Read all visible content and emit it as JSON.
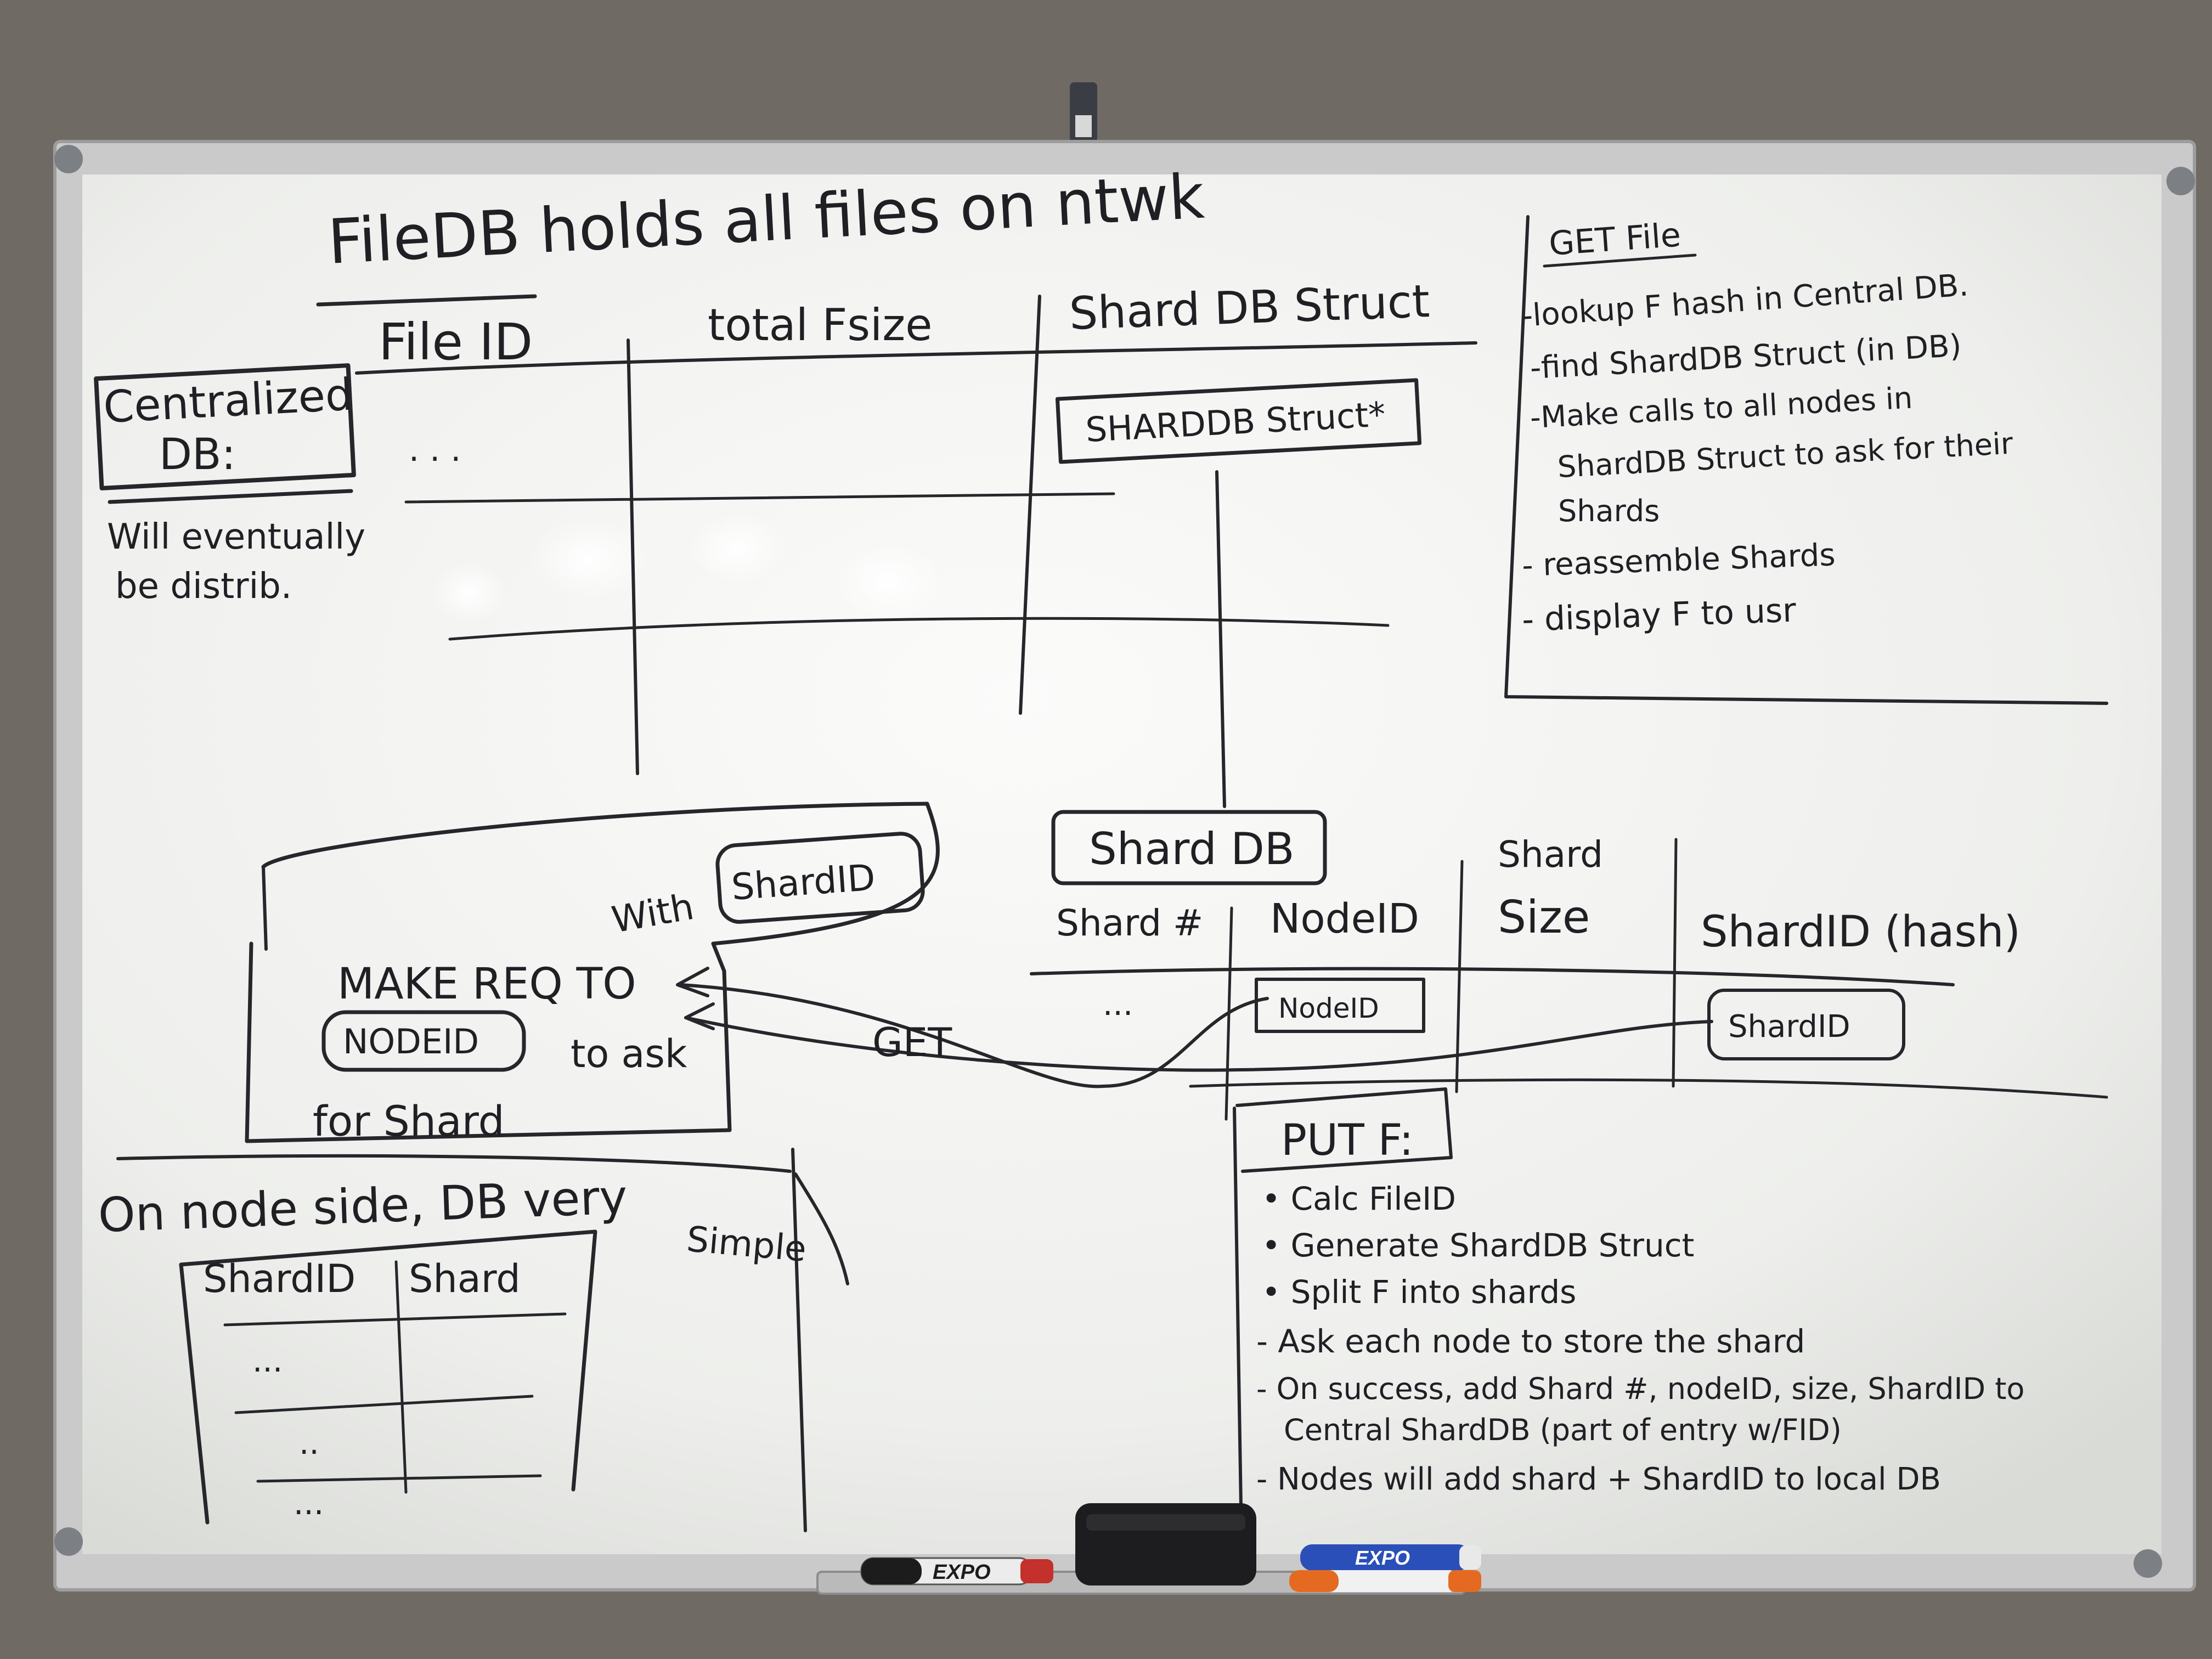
{
  "title": {
    "text": "FileDB holds all files on ntwk"
  },
  "centralized_box": {
    "line1": "Centralized",
    "line2": "DB:"
  },
  "eventually_note": {
    "line1": "Will eventually",
    "line2": "be distrib."
  },
  "file_table": {
    "headers": [
      "File ID",
      "total Fsize",
      "Shard DB Struct"
    ],
    "row_placeholder": ". . .",
    "struct_cell": "SHARDDB Struct*"
  },
  "shard_db": {
    "title": "Shard DB",
    "headers": [
      "Shard #",
      "NodeID",
      "Shard",
      "Size",
      "ShardID (hash)"
    ],
    "row_placeholder": "...",
    "node_cell": "NodeID",
    "shard_cell": "ShardID"
  },
  "request_box": {
    "line1": "MAKE REQ TO",
    "with": "With",
    "shardid_tag": "ShardID",
    "nodeid_tag": "NODEID",
    "to_ask": "to ask",
    "for_shard": "for Shard"
  },
  "get_label": "GET",
  "get_file": {
    "title": "GET File",
    "steps": [
      "-lookup F hash in Central DB.",
      "-find ShardDB Struct (in DB)",
      "-Make calls to all nodes in",
      "ShardDB Struct to ask for their",
      "Shards",
      "- reassemble Shards",
      "- display F to usr"
    ]
  },
  "node_side": {
    "text": "On node side, DB very",
    "simple": "Simple",
    "headers": [
      "ShardID",
      "Shard"
    ],
    "rows": [
      "...",
      "..",
      "..."
    ]
  },
  "put_file": {
    "title": "PUT F:",
    "steps": [
      "• Calc FileID",
      "• Generate ShardDB Struct",
      "• Split F into shards",
      "- Ask each node to store the shard",
      "- On success, add Shard #, nodeID, size, ShardID to",
      "Central ShardDB (part of entry w/FID)",
      "- Nodes will add shard + ShardID to local DB"
    ]
  },
  "supply": {
    "marker1_brand": "EXPO",
    "marker2_brand": "EXPO"
  },
  "colors": {
    "wall": "#6f6a63",
    "frame": "#c9cac9",
    "board": "#f4f5f3",
    "ink": "#26262b",
    "marker_red": "#c4302b",
    "marker_blue": "#2b4fb8",
    "marker_orange": "#e46a22",
    "eraser": "#1d1d1f"
  }
}
